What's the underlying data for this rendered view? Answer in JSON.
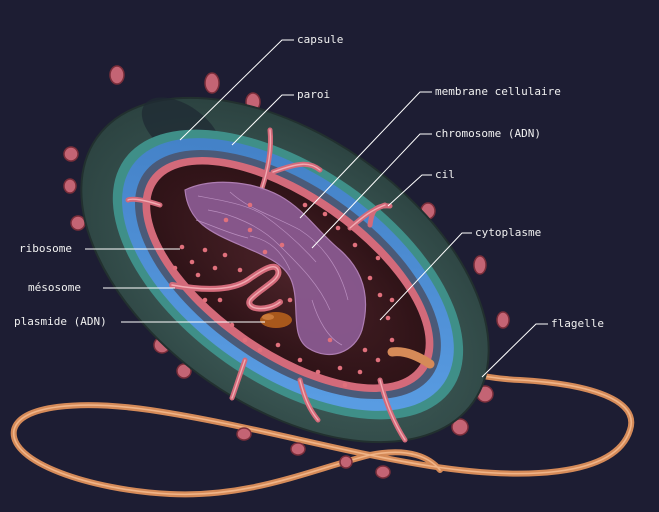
{
  "labels": {
    "capsule": "capsule",
    "paroi": "paroi",
    "membrane": "membrane cellulaire",
    "chromosome": "chromosome (ADN)",
    "cil": "cil",
    "cytoplasme": "cytoplasme",
    "flagelle": "flagelle",
    "ribosome": "ribosome",
    "mesosome": "mésosome",
    "plasmide": "plasmide (ADN)"
  },
  "colors": {
    "background": "#1d1d33",
    "capsule": "#3d5a57",
    "cell_wall": "#4a8ad0",
    "membrane": "#d36a7a",
    "cytoplasm": "#3a1a1e",
    "chromosome": "#8a5a90",
    "flagellum": "#d58a58",
    "pili": "#c46474",
    "plasmid": "#a8581c",
    "label_text": "#f0f0f0",
    "leader_line": "#ffffff"
  }
}
